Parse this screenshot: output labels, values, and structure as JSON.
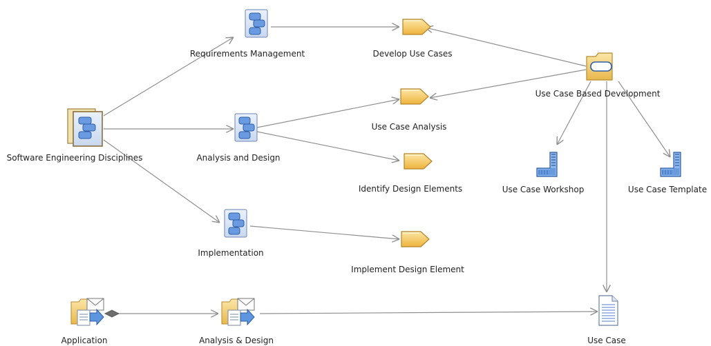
{
  "diagram": {
    "nodes": {
      "software_engineering_disciplines": {
        "label": "Software Engineering Disciplines",
        "icon": "discipline-grouping-icon"
      },
      "requirements_management": {
        "label": "Requirements Management",
        "icon": "discipline-icon"
      },
      "analysis_and_design": {
        "label": "Analysis and Design",
        "icon": "discipline-icon"
      },
      "implementation": {
        "label": "Implementation",
        "icon": "discipline-icon"
      },
      "develop_use_cases": {
        "label": "Develop Use Cases",
        "icon": "task-icon"
      },
      "use_case_analysis": {
        "label": "Use Case Analysis",
        "icon": "task-icon"
      },
      "identify_design_elements": {
        "label": "Identify Design Elements",
        "icon": "task-icon"
      },
      "implement_design_element": {
        "label": "Implement Design Element",
        "icon": "task-icon"
      },
      "use_case_based_development": {
        "label": "Use Case Based Development",
        "icon": "practice-folder-icon"
      },
      "use_case_workshop": {
        "label": "Use Case Workshop",
        "icon": "guidance-icon"
      },
      "use_case_template": {
        "label": "Use Case Template",
        "icon": "guidance-icon"
      },
      "application": {
        "label": "Application",
        "icon": "domain-folder-icon"
      },
      "analysis_design_domain": {
        "label": "Analysis & Design",
        "icon": "domain-folder-icon"
      },
      "use_case": {
        "label": "Use Case",
        "icon": "artifact-document-icon"
      }
    },
    "edges": [
      [
        "software_engineering_disciplines",
        "requirements_management"
      ],
      [
        "software_engineering_disciplines",
        "analysis_and_design"
      ],
      [
        "software_engineering_disciplines",
        "implementation"
      ],
      [
        "requirements_management",
        "develop_use_cases"
      ],
      [
        "analysis_and_design",
        "use_case_analysis"
      ],
      [
        "analysis_and_design",
        "identify_design_elements"
      ],
      [
        "implementation",
        "implement_design_element"
      ],
      [
        "use_case_based_development",
        "develop_use_cases"
      ],
      [
        "use_case_based_development",
        "use_case_analysis"
      ],
      [
        "use_case_based_development",
        "use_case_workshop"
      ],
      [
        "use_case_based_development",
        "use_case_template"
      ],
      [
        "use_case_based_development",
        "use_case"
      ],
      [
        "application",
        "analysis_design_domain"
      ],
      [
        "analysis_design_domain",
        "use_case"
      ]
    ],
    "colors": {
      "edge": "#8f8f8f",
      "task_fill": "#f5c65a",
      "discipline_fill": "#5b8fd6",
      "folder_fill": "#f1d27a",
      "guidance_fill": "#3d7fd0"
    }
  }
}
